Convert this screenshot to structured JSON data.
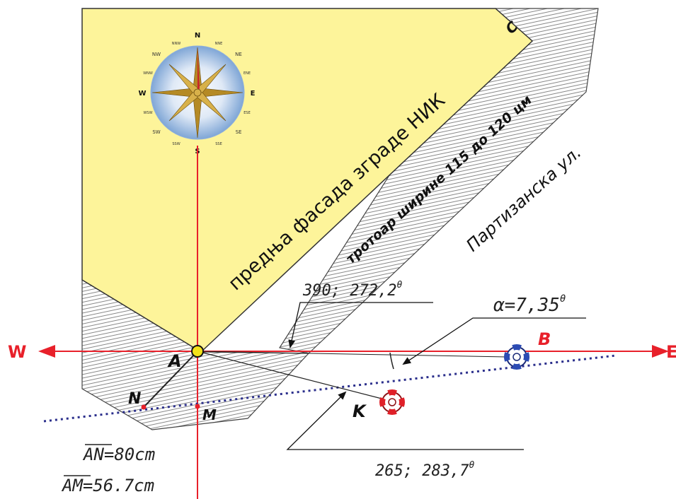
{
  "labels": {
    "facade": "предња фасада зграде НИК",
    "sidewalk": "тротоар ширине 115 до 120 цм",
    "street": "Партизанска ул.",
    "corner_c": "C",
    "measure_b": "390; 272,2",
    "measure_k": "265; 283,7",
    "alpha": "α=7,35",
    "deg": "θ",
    "an_label": "AN",
    "an_value": "=80cm",
    "am_label": "AM",
    "am_value": "=56.7cm"
  },
  "points": {
    "a": "A",
    "b": "B",
    "k": "K",
    "n": "N",
    "m": "M"
  },
  "directions": {
    "west": "W",
    "east": "E"
  },
  "compass": {
    "n": "N",
    "s": "S",
    "e": "E",
    "w": "W",
    "nw": "NW",
    "ne": "NE",
    "sw": "SW",
    "se": "SE",
    "nnw": "NNW",
    "nne": "NNE",
    "ene": "ENE",
    "ese": "ESE",
    "sse": "SSE",
    "ssw": "SSW",
    "wsw": "WSW",
    "wnw": "WNW"
  },
  "colors": {
    "building": "#fdf49a",
    "axis": "#e8202a",
    "dotted": "#2b2f8c",
    "hatch": "#555555",
    "text": "#1a1a1a"
  }
}
